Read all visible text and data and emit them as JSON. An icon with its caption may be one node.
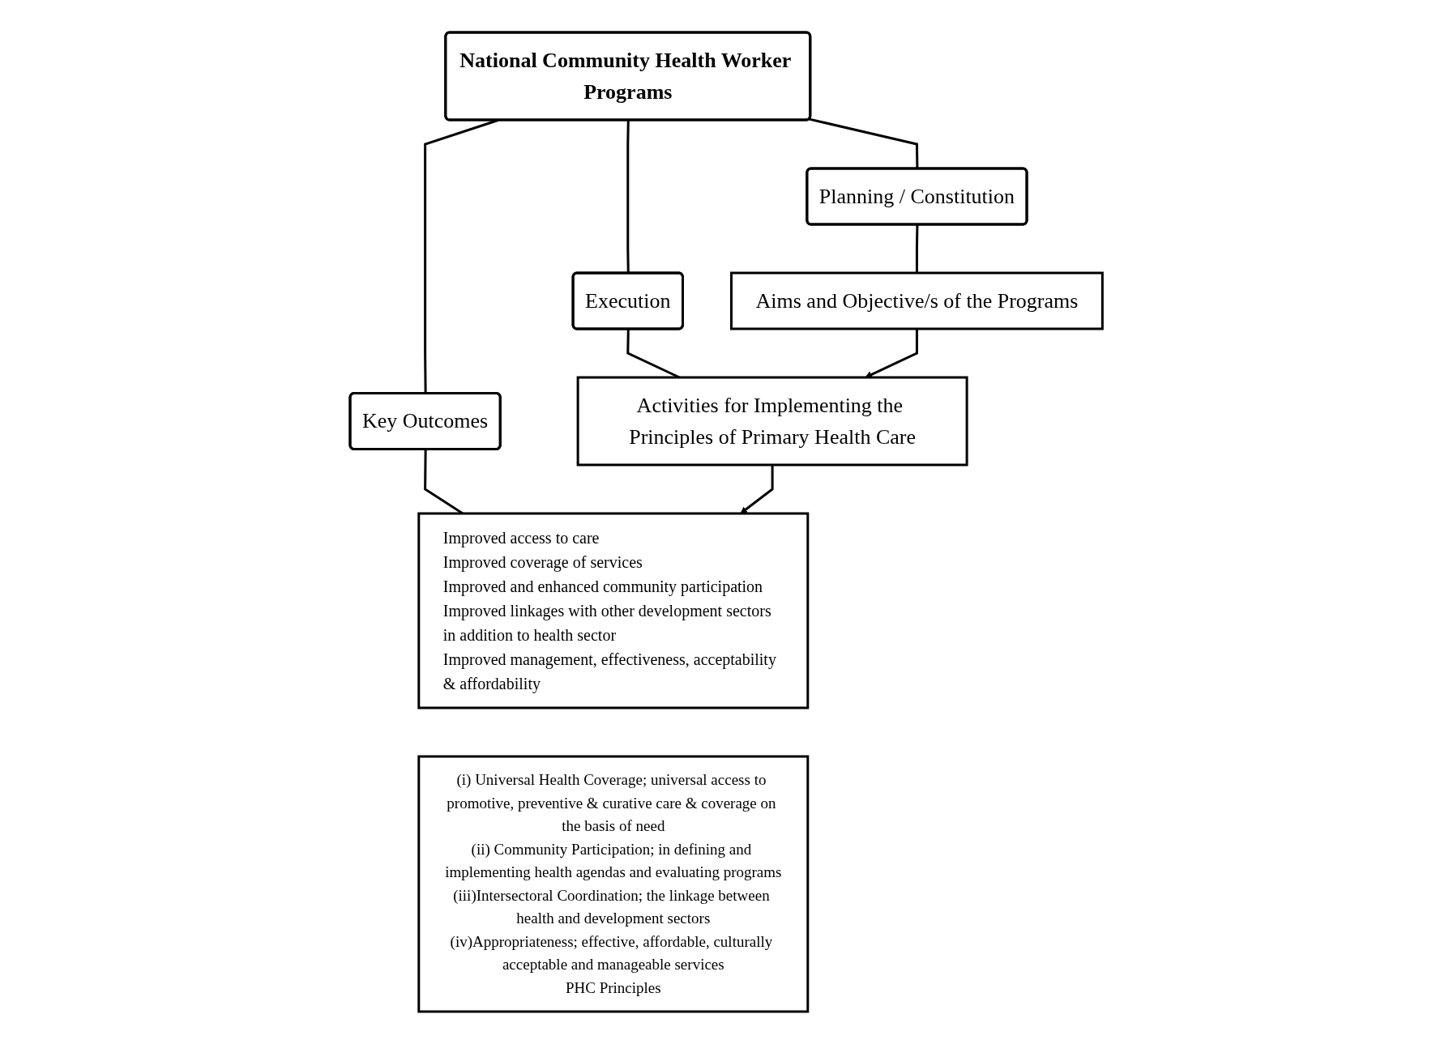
{
  "diagram": {
    "nodes": [
      {
        "text": [
          "National Community Health Worker Programs"
        ]
      },
      {
        "text": [
          "Planning / Constitution"
        ]
      },
      {
        "text": [
          "Execution"
        ]
      },
      {
        "text": [
          "Key Outcomes"
        ]
      },
      {
        "text": [
          "Aims and Objective/s of the Programs"
        ]
      },
      {
        "text": [
          "Activities for Implementing the Principles of Primary Health Care"
        ]
      },
      {
        "text": [
          "Improved access to care",
          "Improved coverage of services",
          "Improved and enhanced community participation",
          "Improved linkages with other development sectors in addition to health sector",
          "Improved management, effectiveness, acceptability & affordability"
        ]
      },
      {
        "text": [
          "(i) Universal Health Coverage; universal access to promotive, preventive & curative care & coverage on the basis of need",
          "(ii) Community Participation; in defining and implementing health agendas and evaluating programs",
          "(iii)Intersectoral Coordination; the linkage between health and development sectors",
          "(iv)Appropriateness; effective, affordable, culturally acceptable and manageable services",
          "PHC Principles"
        ]
      }
    ],
    "edges": [
      {
        "from": 0,
        "to": 1,
        "arrow": "none"
      },
      {
        "from": 0,
        "to": 2,
        "arrow": "none"
      },
      {
        "from": 0,
        "to": 3,
        "arrow": "none"
      },
      {
        "from": 1,
        "to": 4,
        "arrow": "none"
      },
      {
        "from": 2,
        "to": 5,
        "arrow": "none"
      },
      {
        "from": 3,
        "to": 6,
        "arrow": "none"
      },
      {
        "from": 4,
        "to": 5,
        "arrow": "to"
      },
      {
        "from": 5,
        "to": 6,
        "arrow": "to"
      }
    ]
  }
}
